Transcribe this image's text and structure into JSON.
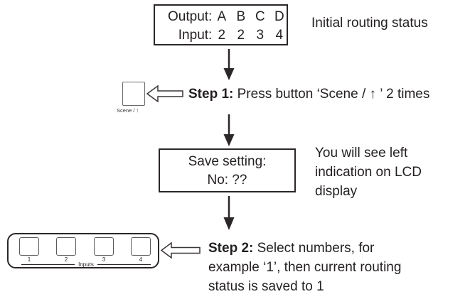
{
  "colors": {
    "ink": "#231f20",
    "bg": "#ffffff"
  },
  "lcd_initial": {
    "output_label": "Output:",
    "outputs": [
      "A",
      "B",
      "C",
      "D"
    ],
    "input_label": "Input:",
    "inputs": [
      "2",
      "2",
      "3",
      "4"
    ],
    "caption": "Initial routing status"
  },
  "step1": {
    "button_label": "Scene / ↑",
    "label": "Step 1:",
    "text_pre": " Press button ‘Scene / ",
    "arrow": "↑",
    "text_post": " ’ 2 times"
  },
  "lcd_save": {
    "line1": "Save setting:",
    "line2": "No: ??",
    "caption_lines": [
      "You will see left",
      "indication on LCD",
      "display"
    ]
  },
  "input_panel": {
    "buttons": [
      "1",
      "2",
      "3",
      "4"
    ],
    "group_label": "Inputs"
  },
  "step2": {
    "label": "Step 2:",
    "line1_rest": " Select numbers, for",
    "line2": "example ‘1’, then current routing",
    "line3": "status is saved to 1"
  }
}
